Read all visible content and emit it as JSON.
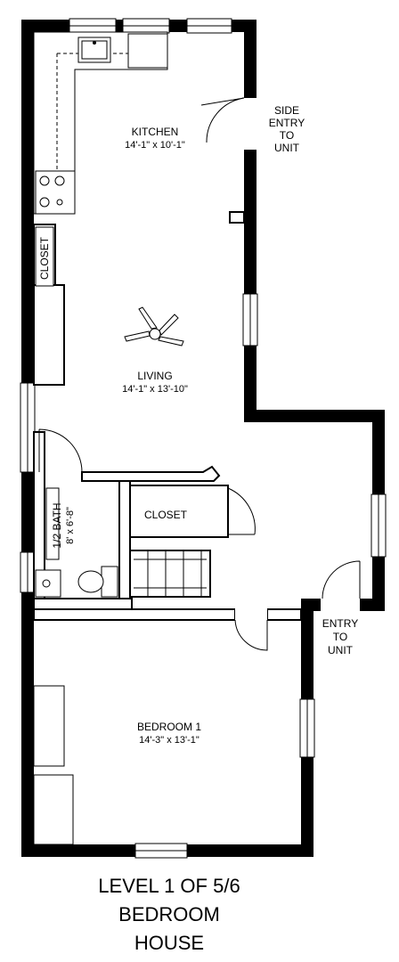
{
  "rooms": {
    "kitchen": {
      "name": "KITCHEN",
      "dims": "14'-1\" x 10'-1\""
    },
    "living": {
      "name": "LIVING",
      "dims": "14'-1\" x 13'-10\""
    },
    "bath": {
      "name": "1/2 BATH",
      "dims": "8' x 6'-8\""
    },
    "closet_main": {
      "name": "CLOSET"
    },
    "closet_side": {
      "name": "CLOSET"
    },
    "bedroom": {
      "name": "BEDROOM 1",
      "dims": "14'-3\" x 13'-1\""
    }
  },
  "entries": {
    "side": [
      "SIDE",
      "ENTRY",
      "TO",
      "UNIT"
    ],
    "front": [
      "ENTRY",
      "TO",
      "UNIT"
    ]
  },
  "title": [
    "LEVEL 1 OF 5/6",
    "BEDROOM",
    "HOUSE"
  ]
}
